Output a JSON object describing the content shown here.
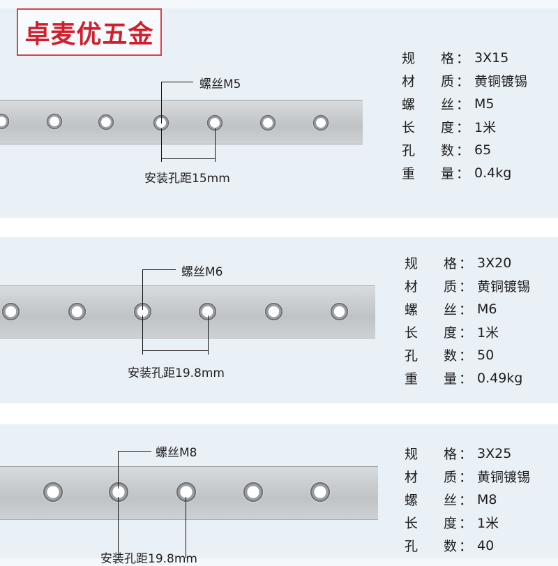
{
  "brand": "卓麦优五金",
  "sections": [
    {
      "screw_label": "螺丝M5",
      "pitch_label": "安装孔距15mm",
      "specs": [
        {
          "k1": "规",
          "k2": "格",
          "colon": "：",
          "value": "3X15"
        },
        {
          "k1": "材",
          "k2": "质",
          "colon": "：",
          "value": "黄铜镀锡"
        },
        {
          "k1": "螺",
          "k2": "丝",
          "colon": "：",
          "value": "M5"
        },
        {
          "k1": "长",
          "k2": "度",
          "colon": "：",
          "value": "1米"
        },
        {
          "k1": "孔",
          "k2": "数",
          "colon": "：",
          "value": "65"
        },
        {
          "k1": "重",
          "k2": "量",
          "colon": "：",
          "value": "0.4kg"
        }
      ]
    },
    {
      "screw_label": "螺丝M6",
      "pitch_label": "安装孔距19.8mm",
      "specs": [
        {
          "k1": "规",
          "k2": "格",
          "colon": "：",
          "value": "3X20"
        },
        {
          "k1": "材",
          "k2": "质",
          "colon": "：",
          "value": "黄铜镀锡"
        },
        {
          "k1": "螺",
          "k2": "丝",
          "colon": "：",
          "value": "M6"
        },
        {
          "k1": "长",
          "k2": "度",
          "colon": "：",
          "value": "1米"
        },
        {
          "k1": "孔",
          "k2": "数",
          "colon": "：",
          "value": "50"
        },
        {
          "k1": "重",
          "k2": "量",
          "colon": "：",
          "value": "0.49kg"
        }
      ]
    },
    {
      "screw_label": "螺丝M8",
      "pitch_label": "安装孔距19.8mm",
      "specs": [
        {
          "k1": "规",
          "k2": "格",
          "colon": "：",
          "value": "3X25"
        },
        {
          "k1": "材",
          "k2": "质",
          "colon": "：",
          "value": "黄铜镀锡"
        },
        {
          "k1": "螺",
          "k2": "丝",
          "colon": "：",
          "value": "M8"
        },
        {
          "k1": "长",
          "k2": "度",
          "colon": "：",
          "value": "1米"
        },
        {
          "k1": "孔",
          "k2": "数",
          "colon": "：",
          "value": "40"
        }
      ]
    }
  ]
}
